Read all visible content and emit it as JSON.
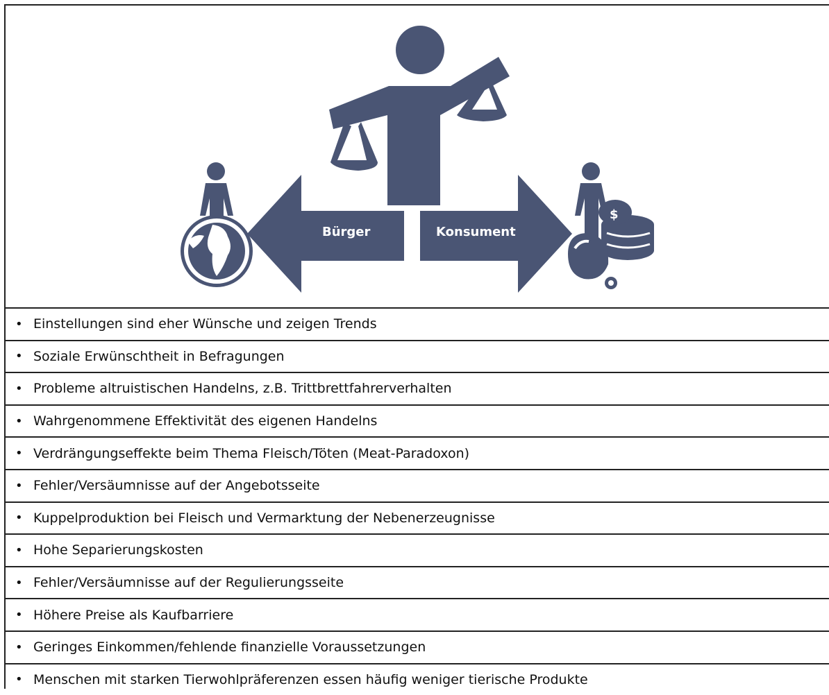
{
  "figure": {
    "left_label": "Bürger",
    "right_label": "Konsument",
    "color": "#4a5574"
  },
  "items": [
    "Einstellungen sind eher Wünsche und zeigen Trends",
    "Soziale Erwünschtheit in Befragungen",
    "Probleme altruistischen Handelns, z.B. Trittbrettfahrerverhalten",
    "Wahrgenommene Effektivität des eigenen Handelns",
    "Verdrängungseffekte beim Thema Fleisch/Töten (Meat-Paradoxon)",
    "Fehler/Versäumnisse auf der Angebotsseite",
    "Kuppelproduktion bei Fleisch und Vermarktung der Nebenerzeugnisse",
    "Hohe Separierungskosten",
    "Fehler/Versäumnisse auf der Regulierungsseite",
    "Höhere Preise als Kaufbarriere",
    "Geringes Einkommen/fehlende finanzielle Voraussetzungen",
    "Menschen mit starken Tierwohlpräferenzen essen häufig weniger tierische Produkte"
  ]
}
